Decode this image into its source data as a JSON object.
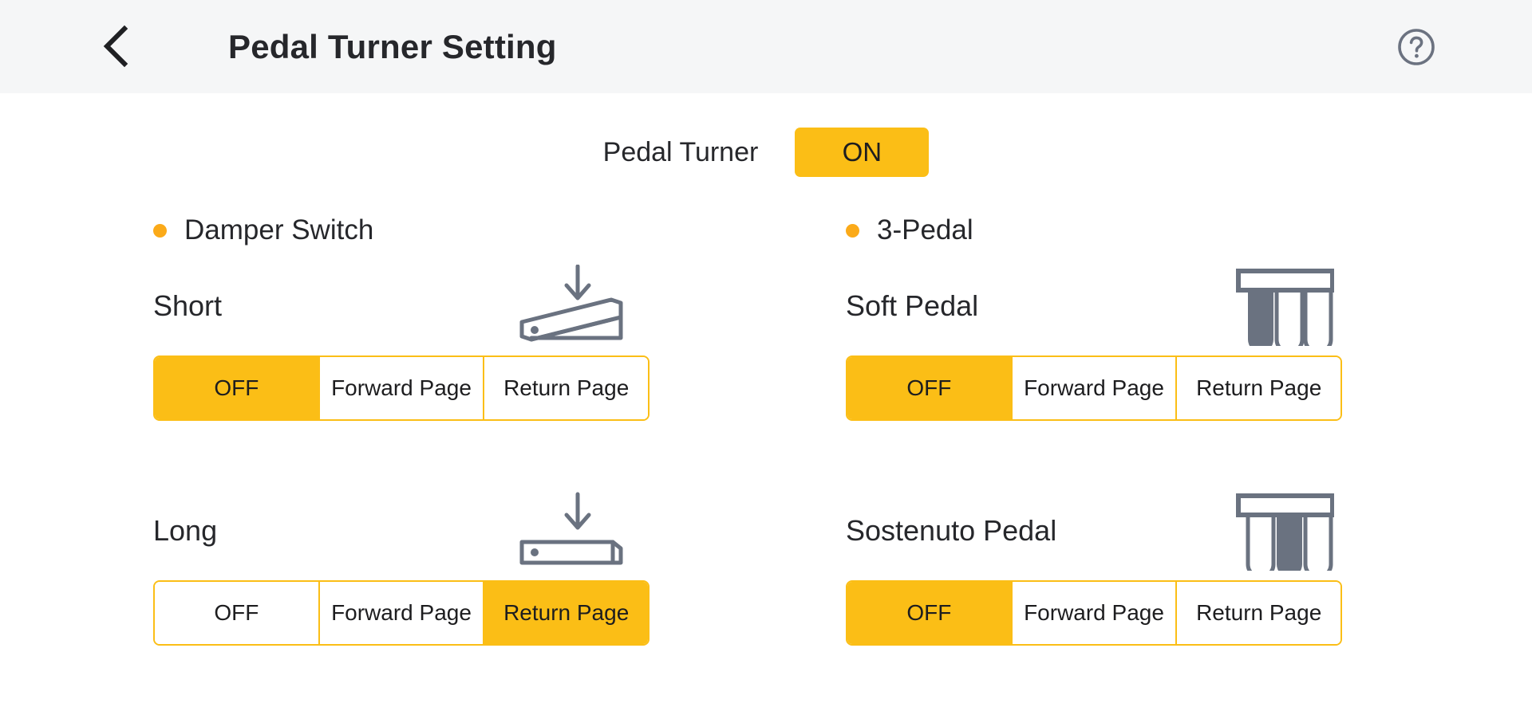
{
  "header": {
    "title": "Pedal Turner Setting",
    "back_icon": "chevron-left-icon",
    "help_icon": "question-circle-icon"
  },
  "master": {
    "label": "Pedal Turner",
    "toggle_value": "ON"
  },
  "colors": {
    "accent": "#fbbe16",
    "bullet": "#fbaa19",
    "icon_stroke": "#6a7280",
    "header_bg": "#f5f6f7",
    "text": "#26272b"
  },
  "sections": [
    {
      "title": "Damper Switch",
      "bullet_color": "#fbaa19",
      "items": [
        {
          "name": "Short",
          "icon": "pedal-half-pressed-icon",
          "options": [
            "OFF",
            "Forward Page",
            "Return Page"
          ],
          "selected": "Forward Page"
        },
        {
          "name": "Long",
          "icon": "pedal-fully-pressed-icon",
          "options": [
            "OFF",
            "Forward Page",
            "Return Page"
          ],
          "selected": "Return Page"
        }
      ]
    },
    {
      "title": "3-Pedal",
      "bullet_color": "#fbaa19",
      "items": [
        {
          "name": "Soft Pedal",
          "icon": "three-pedal-left-highlighted-icon",
          "options": [
            "OFF",
            "Forward Page",
            "Return Page"
          ],
          "selected": "OFF"
        },
        {
          "name": "Sostenuto Pedal",
          "icon": "three-pedal-center-highlighted-icon",
          "options": [
            "OFF",
            "Forward Page",
            "Return Page"
          ],
          "selected": "OFF"
        }
      ]
    }
  ]
}
